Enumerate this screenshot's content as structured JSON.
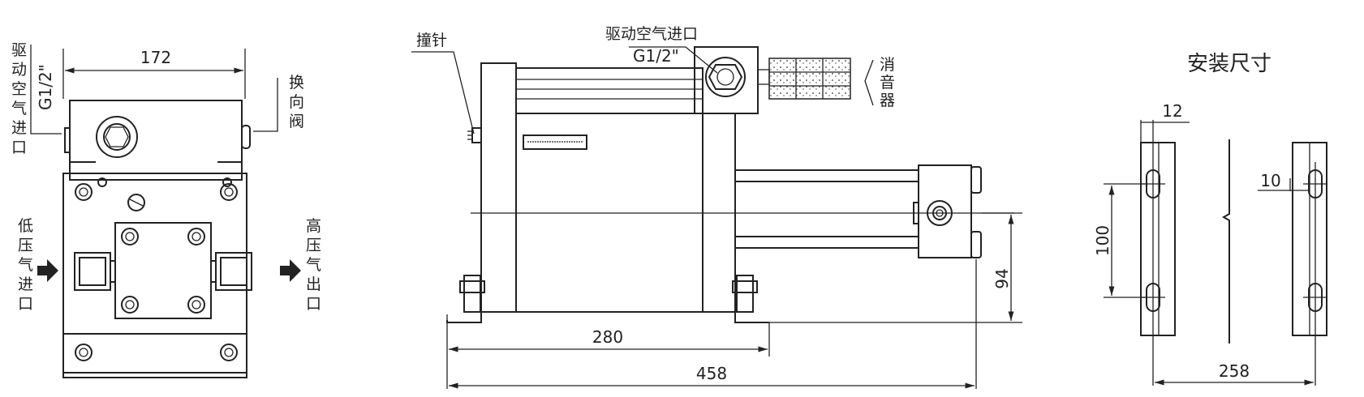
{
  "left_view": {
    "drive_air_inlet_label": [
      "驱",
      "动",
      "空",
      "气",
      "进",
      "口"
    ],
    "drive_air_inlet_thread": "G1/2\"",
    "width_dim": "172",
    "reversing_valve_label": [
      "换",
      "向",
      "阀"
    ],
    "low_pressure_inlet_label": [
      "低",
      "压",
      "气",
      "进",
      "口"
    ],
    "high_pressure_outlet_label": [
      "高",
      "压",
      "气",
      "出",
      "口"
    ]
  },
  "front_view": {
    "striker_label": "撞针",
    "drive_air_inlet_label": "驱动空气进口",
    "drive_air_inlet_thread": "G1/2\"",
    "muffler_label": [
      "消",
      "音",
      "器"
    ],
    "dim_280": "280",
    "dim_458": "458",
    "dim_94": "94"
  },
  "install_view": {
    "title": "安装尺寸",
    "dim_12": "12",
    "dim_10": "10",
    "dim_100": "100",
    "dim_258": "258"
  },
  "colors": {
    "line": "#222222",
    "background": "#ffffff"
  }
}
